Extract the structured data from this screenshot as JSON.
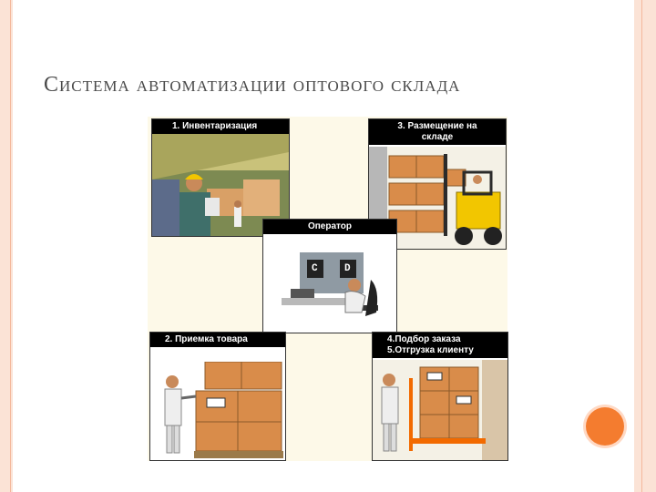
{
  "slide": {
    "title": "Система автоматизации оптового склада"
  },
  "panels": {
    "inventory": "1. Инвентаризация",
    "placement_line1": "3. Размещение на",
    "placement_line2": "складе",
    "operator": "Оператор",
    "receiving": "2. Приемка товара",
    "picking_line1": "4.Подбор заказа",
    "picking_line2": "5.Отгрузка клиенту"
  },
  "operator_screen": {
    "left_letter": "C",
    "right_letter": "D"
  },
  "colors": {
    "accent": "#f47c2f",
    "frame": "#fbe3d6",
    "box": "#d98c4a",
    "background": "#fdf9e8"
  }
}
